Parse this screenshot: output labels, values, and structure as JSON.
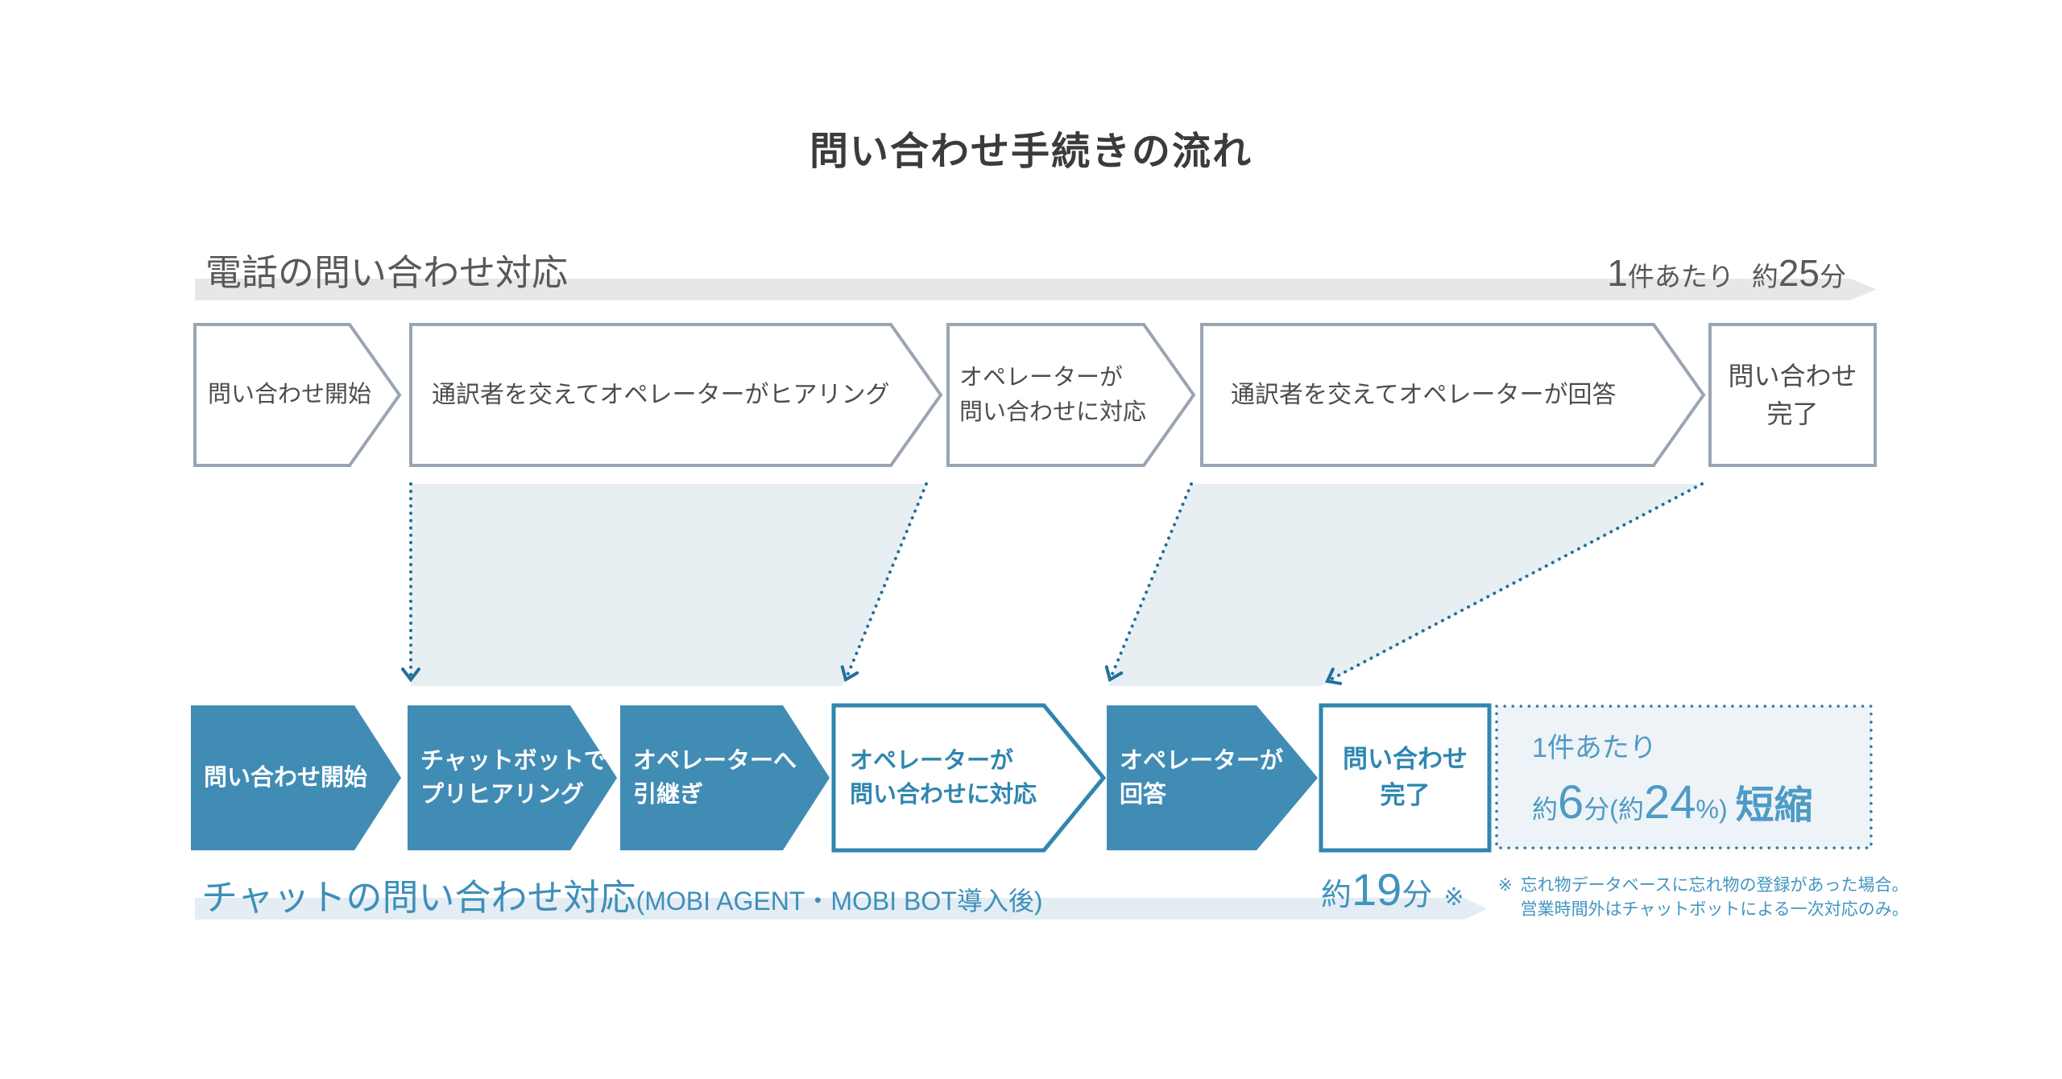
{
  "title": "問い合わせ手続きの流れ",
  "phone_flow": {
    "heading": "電話の問い合わせ対応",
    "per_case": {
      "count": "1",
      "count_suffix": "件あたり",
      "approx": "約",
      "minutes": "25",
      "unit": "分"
    },
    "steps": [
      {
        "line1": "問い合わせ開始"
      },
      {
        "line1": "通訳者を交えてオペレーターがヒアリング"
      },
      {
        "line1": "オペレーターが",
        "line2": "問い合わせに対応"
      },
      {
        "line1": "通訳者を交えてオペレーターが回答"
      },
      {
        "line1": "問い合わせ",
        "line2": "完了"
      }
    ]
  },
  "chat_flow": {
    "heading": "チャットの問い合わせ対応",
    "heading_note": "(MOBI AGENT・MOBI BOT導入後)",
    "per_case": {
      "approx": "約",
      "minutes": "19",
      "unit": "分",
      "note_mark": "※"
    },
    "steps": [
      {
        "line1": "問い合わせ開始"
      },
      {
        "line1": "チャットボットで",
        "line2": "プリヒアリング"
      },
      {
        "line1": "オペレーターへ",
        "line2": "引継ぎ"
      },
      {
        "line1": "オペレーターが",
        "line2": "問い合わせに対応"
      },
      {
        "line1": "オペレーターが",
        "line2": "回答"
      },
      {
        "line1": "問い合わせ",
        "line2": "完了"
      }
    ],
    "savings": {
      "line1": "1件あたり",
      "approx": "約",
      "minutes": "6",
      "unit": "分",
      "paren_open": "(",
      "approx2": "約",
      "percent": "24",
      "paren_close": "%)",
      "label": "短縮"
    }
  },
  "footnote": {
    "mark": "※",
    "line1": "忘れ物データベースに忘れ物の登録があった場合。",
    "line2": "営業時間外はチャットボットによる一次対応のみ。"
  },
  "colors": {
    "accent_blue": "#418cb5",
    "shade_fill": "#e8eff3",
    "gray_band": "#e7e7e7",
    "chat_band": "#e3edf3",
    "arrow_blue": "#20709b",
    "top_border": "#9aa5b3"
  }
}
